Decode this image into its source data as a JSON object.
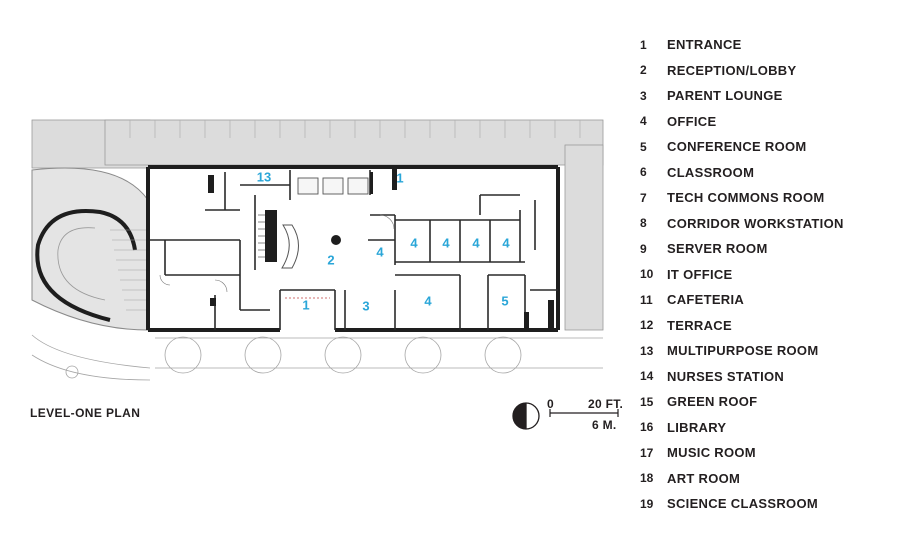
{
  "plan_title": "LEVEL-ONE PLAN",
  "scale": {
    "zero": "0",
    "feet": "20 FT.",
    "meters": "6 M."
  },
  "colors": {
    "ink": "#231f20",
    "accent": "#2aa6d8",
    "gray_fill": "#dcdcdc",
    "line": "#9a9a9a",
    "wall": "#1e1e1e"
  },
  "plan_labels": [
    {
      "id": "multipurpose",
      "text": "13"
    },
    {
      "id": "entrance-top",
      "text": "1"
    },
    {
      "id": "lobby",
      "text": "2"
    },
    {
      "id": "office-a",
      "text": "4"
    },
    {
      "id": "office-b",
      "text": "4"
    },
    {
      "id": "office-c",
      "text": "4"
    },
    {
      "id": "office-d",
      "text": "4"
    },
    {
      "id": "office-e",
      "text": "4"
    },
    {
      "id": "office-f",
      "text": "4"
    },
    {
      "id": "entrance-bottom",
      "text": "1"
    },
    {
      "id": "parent-lounge",
      "text": "3"
    },
    {
      "id": "conference",
      "text": "5"
    }
  ],
  "legend": [
    {
      "num": "1",
      "name": "ENTRANCE"
    },
    {
      "num": "2",
      "name": "RECEPTION/LOBBY"
    },
    {
      "num": "3",
      "name": "PARENT LOUNGE"
    },
    {
      "num": "4",
      "name": "OFFICE"
    },
    {
      "num": "5",
      "name": "CONFERENCE ROOM"
    },
    {
      "num": "6",
      "name": "CLASSROOM"
    },
    {
      "num": "7",
      "name": "TECH COMMONS ROOM"
    },
    {
      "num": "8",
      "name": "CORRIDOR WORKSTATION"
    },
    {
      "num": "9",
      "name": "SERVER ROOM"
    },
    {
      "num": "10",
      "name": "IT OFFICE"
    },
    {
      "num": "11",
      "name": "CAFETERIA"
    },
    {
      "num": "12",
      "name": "TERRACE"
    },
    {
      "num": "13",
      "name": "MULTIPURPOSE ROOM"
    },
    {
      "num": "14",
      "name": "NURSES STATION"
    },
    {
      "num": "15",
      "name": "GREEN ROOF"
    },
    {
      "num": "16",
      "name": "LIBRARY"
    },
    {
      "num": "17",
      "name": "MUSIC ROOM"
    },
    {
      "num": "18",
      "name": "ART ROOM"
    },
    {
      "num": "19",
      "name": "SCIENCE CLASSROOM"
    }
  ]
}
